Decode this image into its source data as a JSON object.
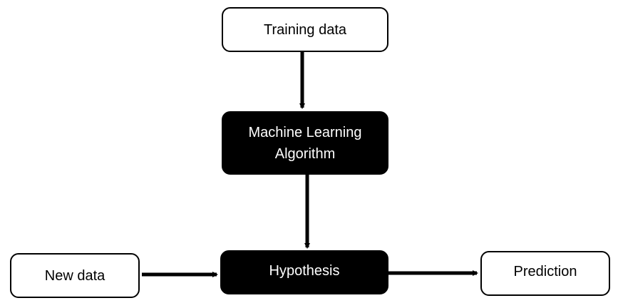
{
  "diagram": {
    "nodes": {
      "training_data": "Training data",
      "algorithm": "Machine Learning\nAlgorithm",
      "hypothesis": "Hypothesis",
      "new_data": "New data",
      "prediction": "Prediction"
    },
    "edges": [
      {
        "from": "Training data",
        "to": "Machine Learning Algorithm"
      },
      {
        "from": "Machine Learning Algorithm",
        "to": "Hypothesis"
      },
      {
        "from": "New data",
        "to": "Hypothesis"
      },
      {
        "from": "Hypothesis",
        "to": "Prediction"
      }
    ],
    "colors": {
      "dark_fill": "#000000",
      "light_fill": "#ffffff",
      "stroke": "#000000"
    }
  }
}
